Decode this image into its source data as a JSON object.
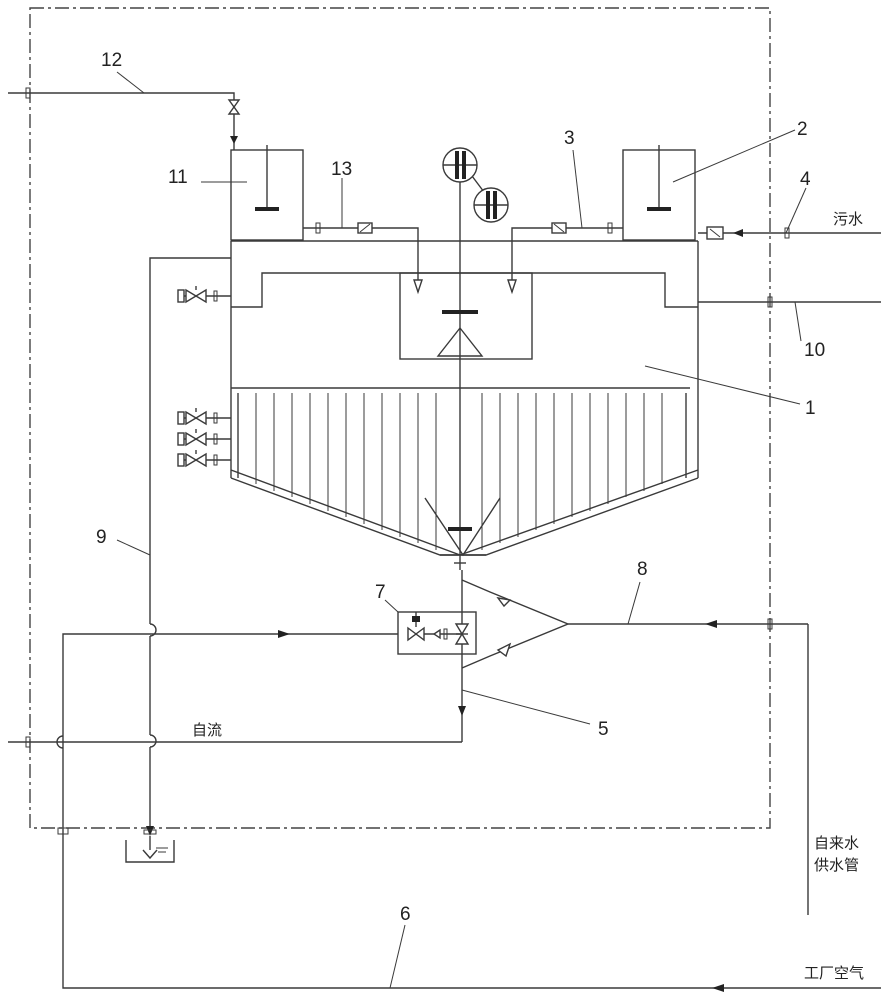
{
  "labels": {
    "n1": "1",
    "n2": "2",
    "n3": "3",
    "n4": "4",
    "n5": "5",
    "n6": "6",
    "n7": "7",
    "n8": "8",
    "n9": "9",
    "n10": "10",
    "n11": "11",
    "n12": "12",
    "n13": "13"
  },
  "text": {
    "sewage": "污水",
    "gravity_flow": "自流",
    "tap_water_line1": "自来水",
    "tap_water_line2": "供水管",
    "factory_air": "工厂空气"
  }
}
